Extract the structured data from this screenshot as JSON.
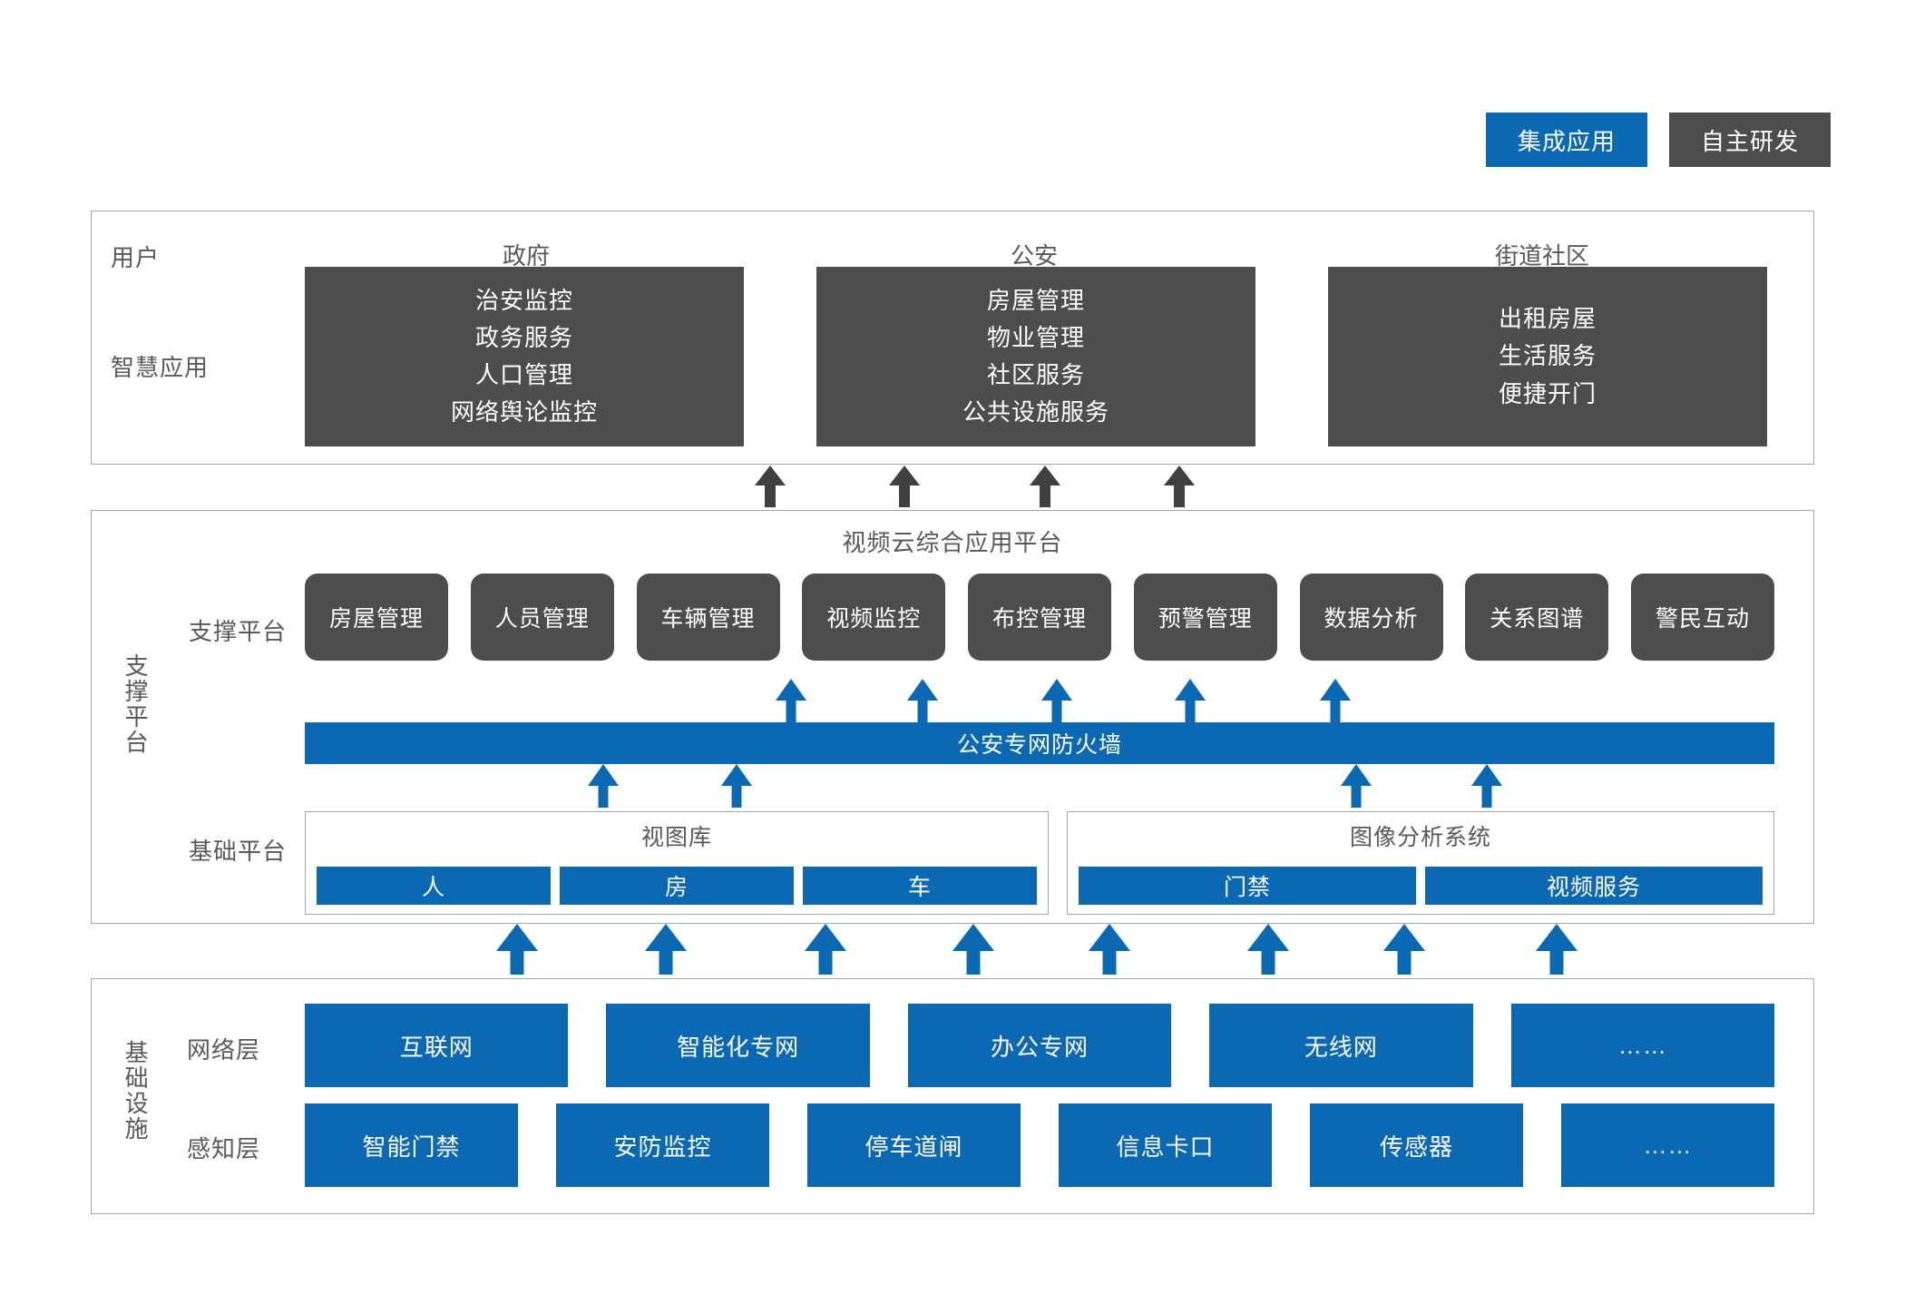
{
  "legend": {
    "integrated_label": "集成应用",
    "selfdeveloped_label": "自主研发",
    "integrated_color": "#0b69b4",
    "selfdeveloped_color": "#4d4d4d"
  },
  "application_layer": {
    "row_labels": {
      "user": "用户",
      "smart_app": "智慧应用"
    },
    "columns": [
      {
        "head": "政府",
        "items": [
          "治安监控",
          "政务服务",
          "人口管理",
          "网络舆论监控"
        ]
      },
      {
        "head": "公安",
        "items": [
          "房屋管理",
          "物业管理",
          "社区服务",
          "公共设施服务"
        ]
      },
      {
        "head": "街道社区",
        "items": [
          "出租房屋",
          "生活服务",
          "便捷开门"
        ]
      }
    ]
  },
  "platform_layer": {
    "title": "视频云综合应用平台",
    "vertical_label": "支撑平台",
    "support_row_label": "支撑平台",
    "base_row_label": "基础平台",
    "modules": [
      "房屋管理",
      "人员管理",
      "车辆管理",
      "视频监控",
      "布控管理",
      "预警管理",
      "数据分析",
      "关系图谱",
      "警民互动"
    ],
    "firewall_label": "公安专网防火墙",
    "subsystems": [
      {
        "title": "视图库",
        "chips": [
          "人",
          "房",
          "车"
        ]
      },
      {
        "title": "图像分析系统",
        "chips": [
          "门禁",
          "视频服务"
        ]
      }
    ]
  },
  "infrastructure_layer": {
    "vertical_label": "基础设施",
    "network_row_label": "网络层",
    "sense_row_label": "感知层",
    "network_items": [
      "互联网",
      "智能化专网",
      "办公专网",
      "无线网",
      "……"
    ],
    "sense_items": [
      "智能门禁",
      "安防监控",
      "停车道闸",
      "信息卡口",
      "传感器",
      "……"
    ]
  }
}
